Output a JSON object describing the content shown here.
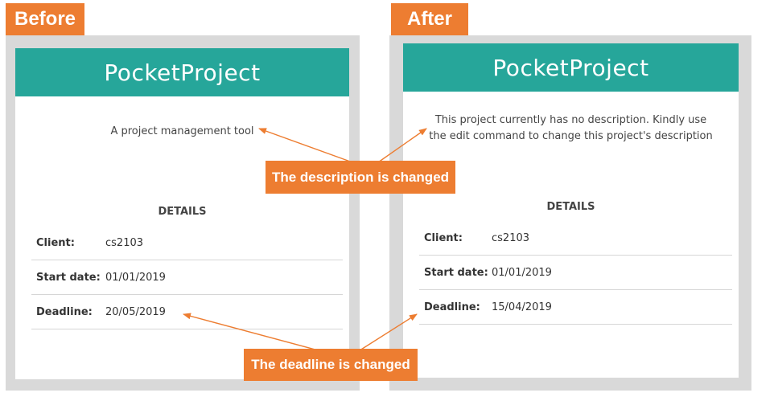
{
  "labels": {
    "before": "Before",
    "after": "After",
    "description_callout": "The description is changed",
    "deadline_callout": "The deadline is changed"
  },
  "before": {
    "title": "PocketProject",
    "description": "A project management tool",
    "details_heading": "DETAILS",
    "client_label": "Client:",
    "client_value": "cs2103",
    "start_label": "Start date:",
    "start_value": "01/01/2019",
    "deadline_label": "Deadline:",
    "deadline_value": "20/05/2019"
  },
  "after": {
    "title": "PocketProject",
    "description": "This project currently has no description. Kindly use the edit command to change this project's description",
    "details_heading": "DETAILS",
    "client_label": "Client:",
    "client_value": "cs2103",
    "start_label": "Start date:",
    "start_value": "01/01/2019",
    "deadline_label": "Deadline:",
    "deadline_value": "15/04/2019"
  },
  "colors": {
    "accent": "#ed7d31",
    "header": "#26a69a",
    "frame": "#d9d9d9"
  }
}
